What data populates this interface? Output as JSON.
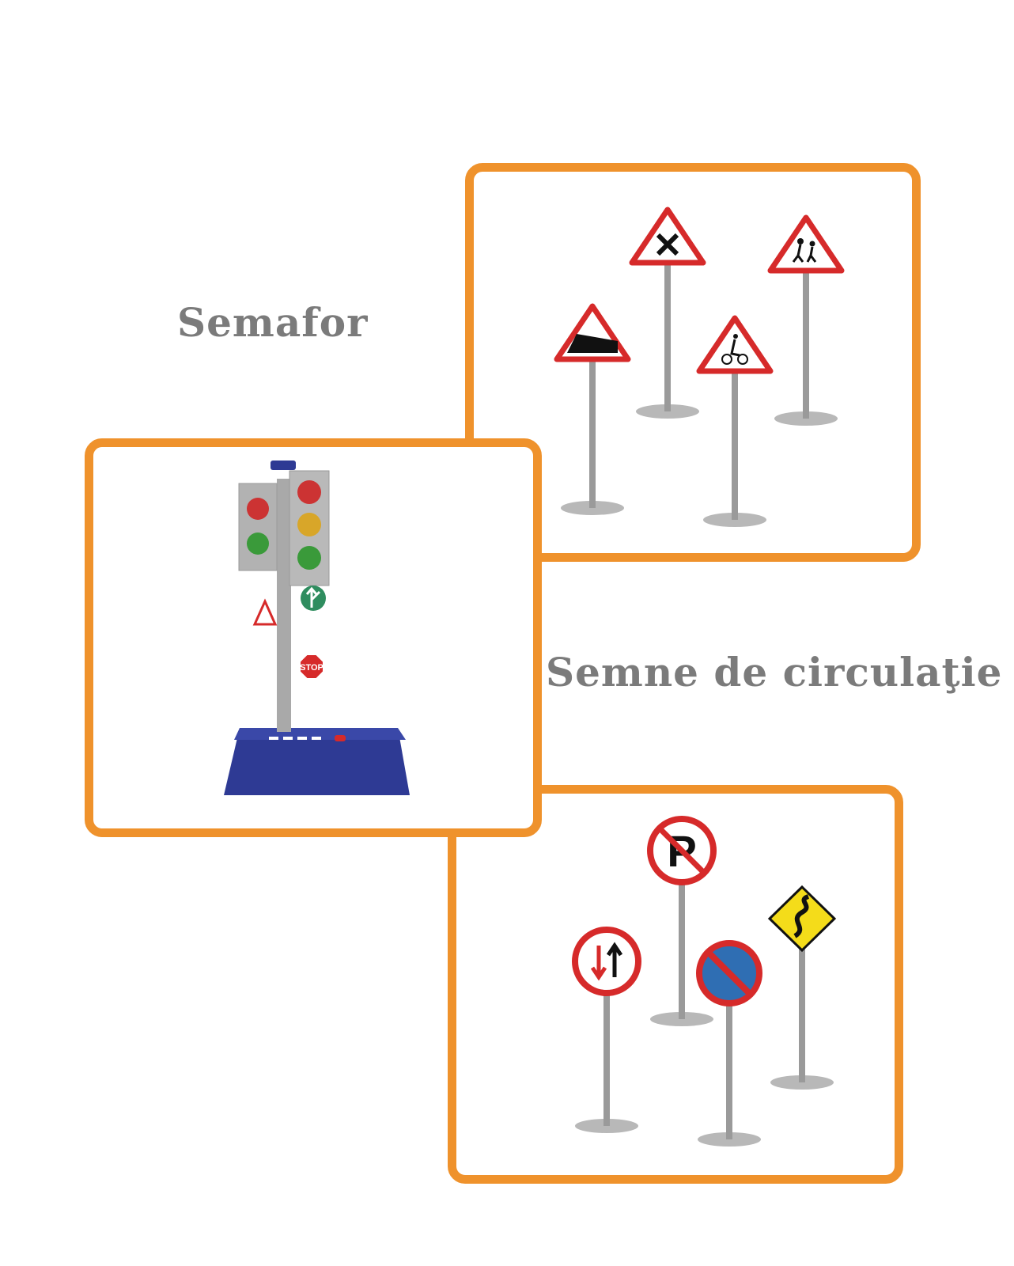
{
  "labels": {
    "traffic_light": "Semafor",
    "road_signs": "Semne de circulaţie"
  },
  "signs": {
    "stop_text": "STOP"
  },
  "colors": {
    "frame": "#ef922c",
    "label": "#7b7b7b",
    "sign_red": "#d62a2a",
    "base_blue": "#2e3a94"
  }
}
